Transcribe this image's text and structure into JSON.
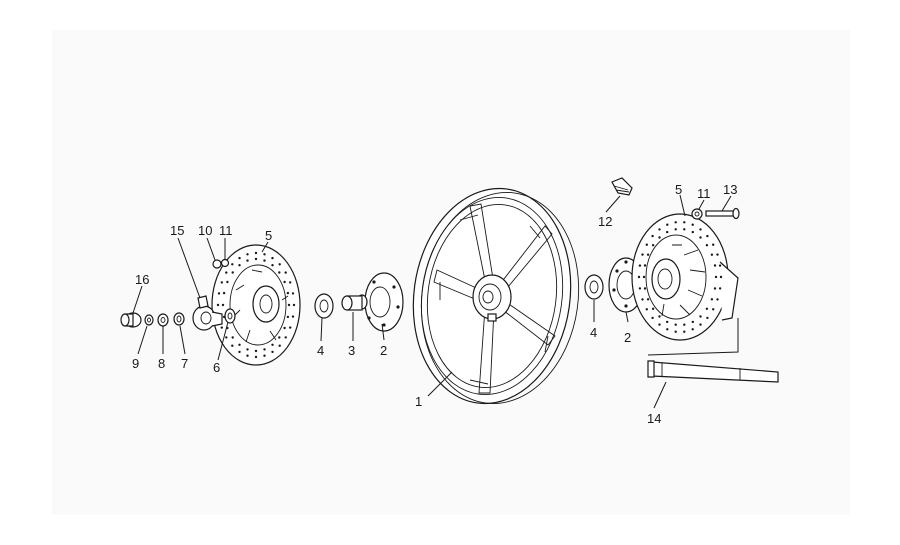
{
  "diagram": {
    "labels": {
      "l1": "1",
      "l2a": "2",
      "l2b": "2",
      "l3": "3",
      "l4a": "4",
      "l4b": "4",
      "l5a": "5",
      "l5b": "5",
      "l6": "6",
      "l7": "7",
      "l8": "8",
      "l9": "9",
      "l10": "10",
      "l11a": "11",
      "l11b": "11",
      "l12": "12",
      "l13": "13",
      "l14": "14",
      "l15": "15",
      "l16": "16"
    },
    "colors": {
      "ink": "#1a1a1a",
      "background": "#fafafa"
    }
  }
}
